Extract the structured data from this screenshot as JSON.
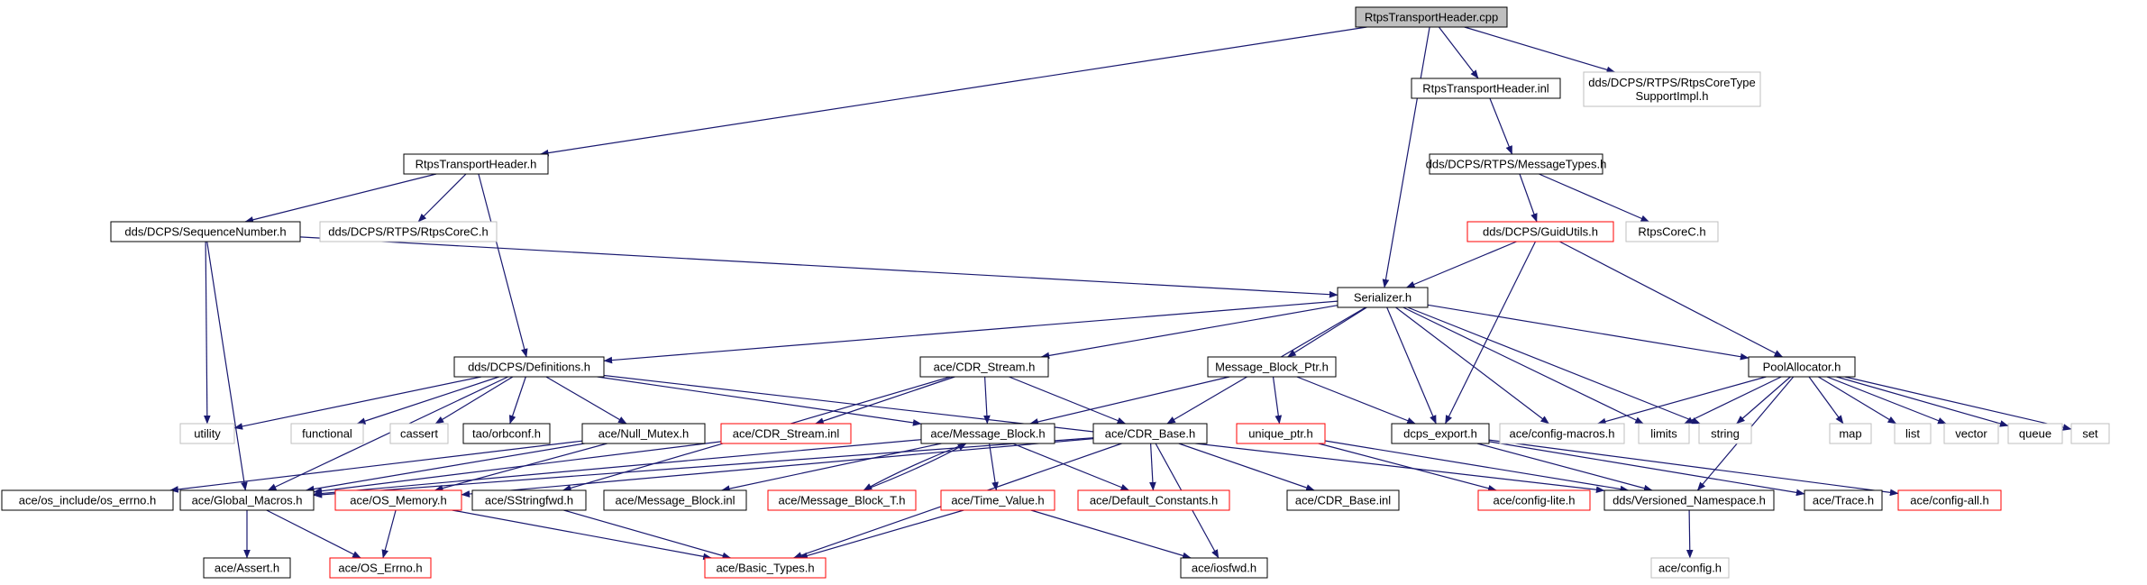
{
  "colors": {
    "edge": "#191970",
    "border_normal": "#000000",
    "border_missing": "#bfbfbf",
    "border_truncated": "#ff0000",
    "root_fill": "#bfbfbf",
    "text_normal": "#000000",
    "text_missing": "#000000"
  },
  "nodes": [
    {
      "id": "n_root",
      "label": "RtpsTransportHeader.cpp",
      "style": "root"
    },
    {
      "id": "n_inl",
      "label": "RtpsTransportHeader.inl",
      "style": "normal"
    },
    {
      "id": "n_typesupport",
      "label": "dds/DCPS/RTPS/RtpsCoreType\nSupportImpl.h",
      "style": "missing"
    },
    {
      "id": "n_rth",
      "label": "RtpsTransportHeader.h",
      "style": "normal"
    },
    {
      "id": "n_msgtypes",
      "label": "dds/DCPS/RTPS/MessageTypes.h",
      "style": "normal"
    },
    {
      "id": "n_seqnum",
      "label": "dds/DCPS/SequenceNumber.h",
      "style": "normal"
    },
    {
      "id": "n_rtpscorec",
      "label": "dds/DCPS/RTPS/RtpsCoreC.h",
      "style": "missing"
    },
    {
      "id": "n_guidutils",
      "label": "dds/DCPS/GuidUtils.h",
      "style": "truncated"
    },
    {
      "id": "n_rtpscorec2",
      "label": "RtpsCoreC.h",
      "style": "missing"
    },
    {
      "id": "n_serializer",
      "label": "Serializer.h",
      "style": "normal"
    },
    {
      "id": "n_defs",
      "label": "dds/DCPS/Definitions.h",
      "style": "normal"
    },
    {
      "id": "n_cdrstream",
      "label": "ace/CDR_Stream.h",
      "style": "normal"
    },
    {
      "id": "n_mbptr",
      "label": "Message_Block_Ptr.h",
      "style": "normal"
    },
    {
      "id": "n_pool",
      "label": "PoolAllocator.h",
      "style": "normal"
    },
    {
      "id": "n_utility",
      "label": "utility",
      "style": "missing"
    },
    {
      "id": "n_functional",
      "label": "functional",
      "style": "missing"
    },
    {
      "id": "n_cassert",
      "label": "cassert",
      "style": "missing"
    },
    {
      "id": "n_orbconf",
      "label": "tao/orbconf.h",
      "style": "normal"
    },
    {
      "id": "n_nullmutex",
      "label": "ace/Null_Mutex.h",
      "style": "normal"
    },
    {
      "id": "n_cdrstreaminl",
      "label": "ace/CDR_Stream.inl",
      "style": "truncated"
    },
    {
      "id": "n_msgblock",
      "label": "ace/Message_Block.h",
      "style": "normal"
    },
    {
      "id": "n_cdrbase",
      "label": "ace/CDR_Base.h",
      "style": "normal"
    },
    {
      "id": "n_uniqueptr",
      "label": "unique_ptr.h",
      "style": "truncated"
    },
    {
      "id": "n_dcpsexport",
      "label": "dcps_export.h",
      "style": "normal"
    },
    {
      "id": "n_configmacros",
      "label": "ace/config-macros.h",
      "style": "missing"
    },
    {
      "id": "n_limits",
      "label": "limits",
      "style": "missing"
    },
    {
      "id": "n_string",
      "label": "string",
      "style": "missing"
    },
    {
      "id": "n_map",
      "label": "map",
      "style": "missing"
    },
    {
      "id": "n_list",
      "label": "list",
      "style": "missing"
    },
    {
      "id": "n_vector",
      "label": "vector",
      "style": "missing"
    },
    {
      "id": "n_queue",
      "label": "queue",
      "style": "missing"
    },
    {
      "id": "n_set",
      "label": "set",
      "style": "missing"
    },
    {
      "id": "n_oserrno",
      "label": "ace/os_include/os_errno.h",
      "style": "normal"
    },
    {
      "id": "n_globalmacros",
      "label": "ace/Global_Macros.h",
      "style": "normal"
    },
    {
      "id": "n_osmemory",
      "label": "ace/OS_Memory.h",
      "style": "truncated"
    },
    {
      "id": "n_sstringfwd",
      "label": "ace/SStringfwd.h",
      "style": "normal"
    },
    {
      "id": "n_msgblockinl",
      "label": "ace/Message_Block.inl",
      "style": "normal"
    },
    {
      "id": "n_msgblockt",
      "label": "ace/Message_Block_T.h",
      "style": "truncated"
    },
    {
      "id": "n_timevalue",
      "label": "ace/Time_Value.h",
      "style": "truncated"
    },
    {
      "id": "n_defconst",
      "label": "ace/Default_Constants.h",
      "style": "truncated"
    },
    {
      "id": "n_cdrbaseinl",
      "label": "ace/CDR_Base.inl",
      "style": "normal"
    },
    {
      "id": "n_configlite",
      "label": "ace/config-lite.h",
      "style": "truncated"
    },
    {
      "id": "n_versioned",
      "label": "dds/Versioned_Namespace.h",
      "style": "normal"
    },
    {
      "id": "n_trace",
      "label": "ace/Trace.h",
      "style": "normal"
    },
    {
      "id": "n_configall",
      "label": "ace/config-all.h",
      "style": "truncated"
    },
    {
      "id": "n_assert",
      "label": "ace/Assert.h",
      "style": "normal"
    },
    {
      "id": "n_oserrnoh",
      "label": "ace/OS_Errno.h",
      "style": "truncated"
    },
    {
      "id": "n_basictypes",
      "label": "ace/Basic_Types.h",
      "style": "truncated"
    },
    {
      "id": "n_iosfwd",
      "label": "ace/iosfwd.h",
      "style": "normal"
    },
    {
      "id": "n_config",
      "label": "ace/config.h",
      "style": "missing"
    }
  ],
  "edges": [
    [
      "n_root",
      "n_rth"
    ],
    [
      "n_root",
      "n_inl"
    ],
    [
      "n_root",
      "n_typesupport"
    ],
    [
      "n_root",
      "n_serializer"
    ],
    [
      "n_inl",
      "n_msgtypes"
    ],
    [
      "n_rth",
      "n_seqnum"
    ],
    [
      "n_rth",
      "n_rtpscorec"
    ],
    [
      "n_rth",
      "n_defs"
    ],
    [
      "n_msgtypes",
      "n_guidutils"
    ],
    [
      "n_msgtypes",
      "n_rtpscorec2"
    ],
    [
      "n_seqnum",
      "n_serializer"
    ],
    [
      "n_seqnum",
      "n_utility"
    ],
    [
      "n_seqnum",
      "n_globalmacros"
    ],
    [
      "n_guidutils",
      "n_serializer"
    ],
    [
      "n_guidutils",
      "n_dcpsexport"
    ],
    [
      "n_guidutils",
      "n_pool"
    ],
    [
      "n_serializer",
      "n_defs"
    ],
    [
      "n_serializer",
      "n_cdrstream"
    ],
    [
      "n_serializer",
      "n_mbptr"
    ],
    [
      "n_serializer",
      "n_pool"
    ],
    [
      "n_serializer",
      "n_cdrbase"
    ],
    [
      "n_serializer",
      "n_dcpsexport"
    ],
    [
      "n_serializer",
      "n_configmacros"
    ],
    [
      "n_serializer",
      "n_limits"
    ],
    [
      "n_serializer",
      "n_string"
    ],
    [
      "n_defs",
      "n_utility"
    ],
    [
      "n_defs",
      "n_functional"
    ],
    [
      "n_defs",
      "n_cassert"
    ],
    [
      "n_defs",
      "n_orbconf"
    ],
    [
      "n_defs",
      "n_nullmutex"
    ],
    [
      "n_defs",
      "n_msgblock"
    ],
    [
      "n_defs",
      "n_globalmacros"
    ],
    [
      "n_defs",
      "n_versioned"
    ],
    [
      "n_cdrstream",
      "n_cdrstreaminl"
    ],
    [
      "n_cdrstream",
      "n_msgblock"
    ],
    [
      "n_cdrstream",
      "n_cdrbase"
    ],
    [
      "n_cdrstream",
      "n_sstringfwd"
    ],
    [
      "n_mbptr",
      "n_msgblock"
    ],
    [
      "n_mbptr",
      "n_uniqueptr"
    ],
    [
      "n_mbptr",
      "n_dcpsexport"
    ],
    [
      "n_pool",
      "n_configmacros"
    ],
    [
      "n_pool",
      "n_limits"
    ],
    [
      "n_pool",
      "n_string"
    ],
    [
      "n_pool",
      "n_map"
    ],
    [
      "n_pool",
      "n_list"
    ],
    [
      "n_pool",
      "n_vector"
    ],
    [
      "n_pool",
      "n_queue"
    ],
    [
      "n_pool",
      "n_set"
    ],
    [
      "n_pool",
      "n_versioned"
    ],
    [
      "n_nullmutex",
      "n_oserrno"
    ],
    [
      "n_nullmutex",
      "n_globalmacros"
    ],
    [
      "n_nullmutex",
      "n_osmemory"
    ],
    [
      "n_cdrstreaminl",
      "n_globalmacros"
    ],
    [
      "n_msgblock",
      "n_globalmacros"
    ],
    [
      "n_msgblock",
      "n_msgblockinl"
    ],
    [
      "n_msgblock",
      "n_msgblockt"
    ],
    [
      "n_msgblock",
      "n_timevalue"
    ],
    [
      "n_msgblock",
      "n_defconst"
    ],
    [
      "n_msgblockt",
      "n_msgblock"
    ],
    [
      "n_cdrbase",
      "n_globalmacros"
    ],
    [
      "n_cdrbase",
      "n_osmemory"
    ],
    [
      "n_cdrbase",
      "n_defconst"
    ],
    [
      "n_cdrbase",
      "n_cdrbaseinl"
    ],
    [
      "n_cdrbase",
      "n_basictypes"
    ],
    [
      "n_cdrbase",
      "n_iosfwd"
    ],
    [
      "n_uniqueptr",
      "n_configlite"
    ],
    [
      "n_uniqueptr",
      "n_versioned"
    ],
    [
      "n_dcpsexport",
      "n_versioned"
    ],
    [
      "n_dcpsexport",
      "n_trace"
    ],
    [
      "n_dcpsexport",
      "n_configall"
    ],
    [
      "n_globalmacros",
      "n_assert"
    ],
    [
      "n_globalmacros",
      "n_oserrnoh"
    ],
    [
      "n_osmemory",
      "n_oserrnoh"
    ],
    [
      "n_osmemory",
      "n_basictypes"
    ],
    [
      "n_sstringfwd",
      "n_basictypes"
    ],
    [
      "n_timevalue",
      "n_basictypes"
    ],
    [
      "n_timevalue",
      "n_iosfwd"
    ],
    [
      "n_versioned",
      "n_config"
    ]
  ]
}
